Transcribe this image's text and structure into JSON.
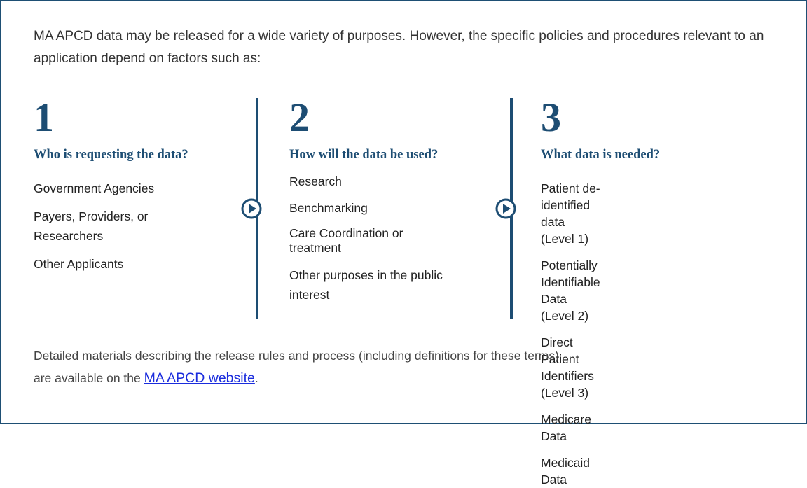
{
  "intro": "MA APCD data may be released for a wide variety of purposes. However, the specific policies and procedures relevant to an application depend on factors such as:",
  "columns": [
    {
      "number": "1",
      "heading": "Who is requesting the data?",
      "items": [
        "Government Agencies",
        "Payers, Providers, or Researchers",
        "Other Applicants"
      ]
    },
    {
      "number": "2",
      "heading": "How will the data be used?",
      "items": [
        "Research",
        "Benchmarking",
        "Care Coordination or treatment",
        "Other purposes in the public interest"
      ]
    },
    {
      "number": "3",
      "heading": "What data is needed?",
      "items": [
        "Patient de-identified data (Level 1)",
        "Potentially Identifiable Data (Level 2)",
        "Direct Patient Identifiers (Level 3)",
        "Medicare Data",
        "Medicaid Data"
      ]
    }
  ],
  "footer": {
    "text_before": "Detailed materials describing the release rules and process (including definitions for these terms) are available on the",
    "link_text": "MA APCD website",
    "text_after": "."
  },
  "colors": {
    "navy": "#1d4d73",
    "link": "#1a2cdd"
  },
  "icons": [
    "play-arrow-icon"
  ]
}
